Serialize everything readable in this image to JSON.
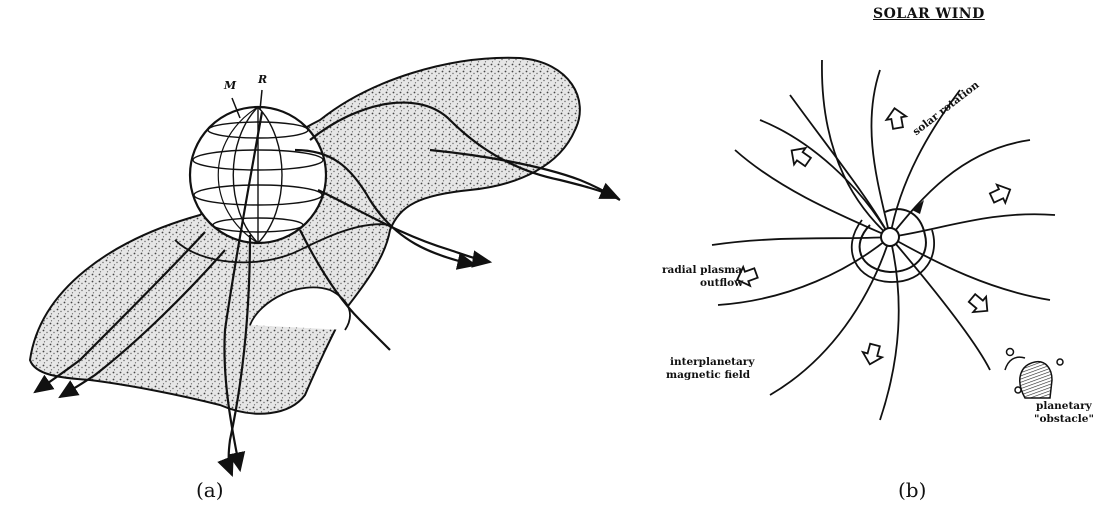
{
  "title": "SOLAR WIND",
  "panel_a": {
    "caption": "(a)",
    "label_m": "M",
    "label_r": "R"
  },
  "panel_b": {
    "caption": "(b)",
    "label_solar_rotation": "solar rotation",
    "label_radial_outflow_1": "radial plasma",
    "label_radial_outflow_2": "outflow",
    "label_imf_1": "interplanetary",
    "label_imf_2": "magnetic field",
    "label_obstacle_1": "planetary",
    "label_obstacle_2": "\"obstacle\""
  }
}
